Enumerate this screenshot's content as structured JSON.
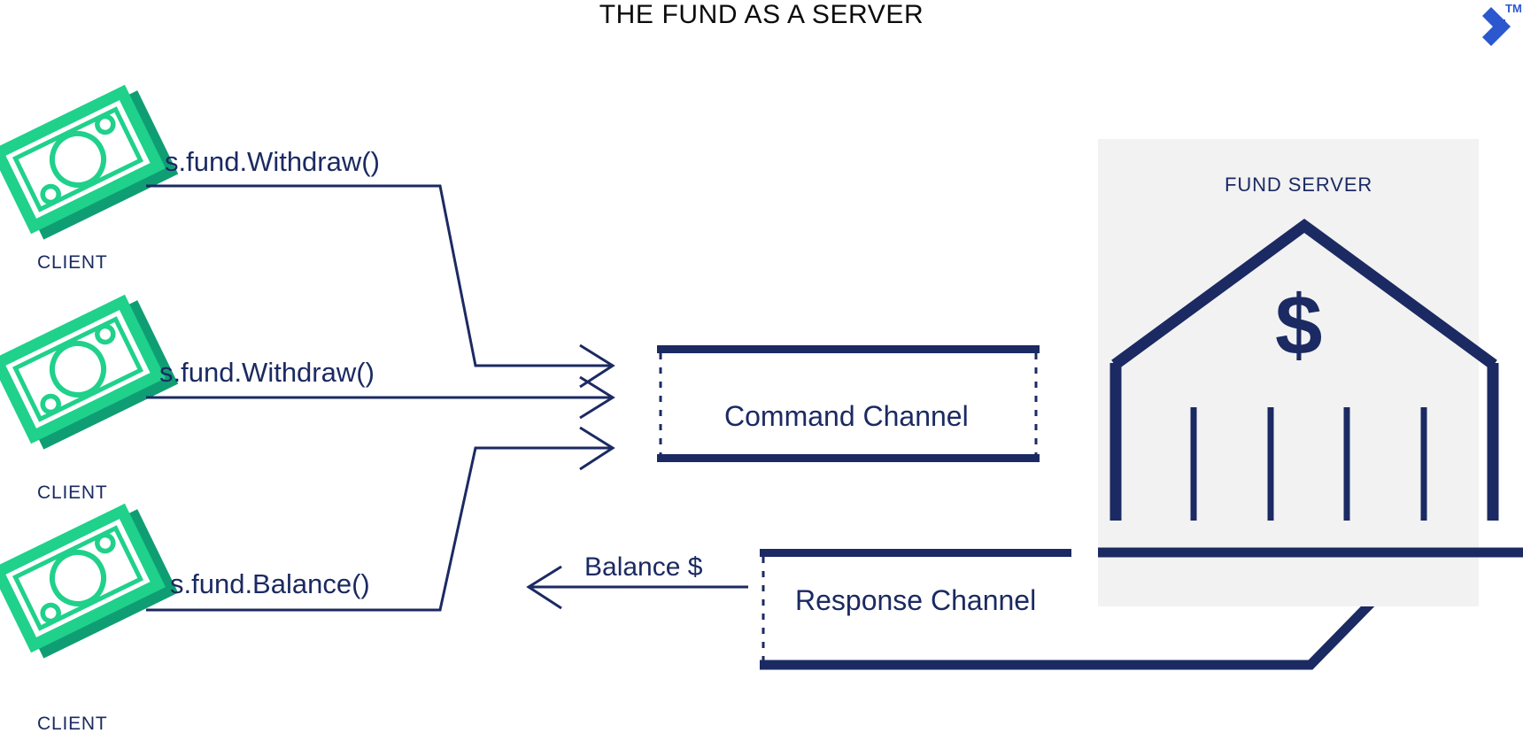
{
  "title": "THE FUND AS A SERVER",
  "logo": {
    "name": "brand-logo",
    "trademark": "TM",
    "color": "#2b57cf"
  },
  "colors": {
    "navy": "#1b2a62",
    "navy_dark": "#16265c",
    "money_green": "#1fd18a",
    "money_green_dark": "#0f9e74",
    "panel_gray": "#f2f2f2",
    "title_black": "#0c0c0c",
    "brand_blue": "#2b57cf"
  },
  "clients": [
    {
      "label": "CLIENT",
      "call": "s.fund.Withdraw()",
      "icon": "banknote-icon"
    },
    {
      "label": "CLIENT",
      "call": "s.fund.Withdraw()",
      "icon": "banknote-icon"
    },
    {
      "label": "CLIENT",
      "call": "s.fund.Balance()",
      "icon": "banknote-icon"
    }
  ],
  "channels": {
    "command": "Command Channel",
    "response": "Response Channel"
  },
  "response_flow": {
    "label": "Balance $"
  },
  "server": {
    "label": "FUND SERVER",
    "currency_symbol": "$",
    "icon": "bank-building-icon",
    "column_count": 4
  }
}
